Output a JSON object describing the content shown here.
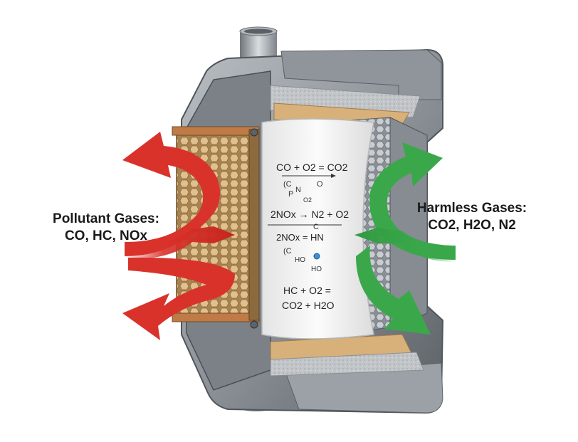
{
  "labels": {
    "pollutant": {
      "line1": "Pollutant Gases:",
      "line2": "CO, HC, NOx"
    },
    "harmless": {
      "line1": "Harmless Gases:",
      "line2": "CO2, H2O, N2"
    }
  },
  "reactions": {
    "r1": "CO + O2 = CO2",
    "r2": "2NOx → N2 + O2",
    "r3": "2NOx = HN",
    "r4_line1": "HC + O2 =",
    "r4_line2": "CO2 + H2O"
  },
  "fragments": {
    "f1": "(C",
    "f2": "P",
    "f3": "N",
    "f4": "O2",
    "f5": "O",
    "f6": "C",
    "f7": "HO",
    "f8": "HO"
  },
  "colors": {
    "pollutant_arrow": "#d9322b",
    "harmless_arrow": "#3aa84a",
    "metal_shell": "#9aa0a6",
    "honeycomb": "#c8a575",
    "ceramic": "#f2f2f2",
    "insulation": "#d8b07a"
  }
}
